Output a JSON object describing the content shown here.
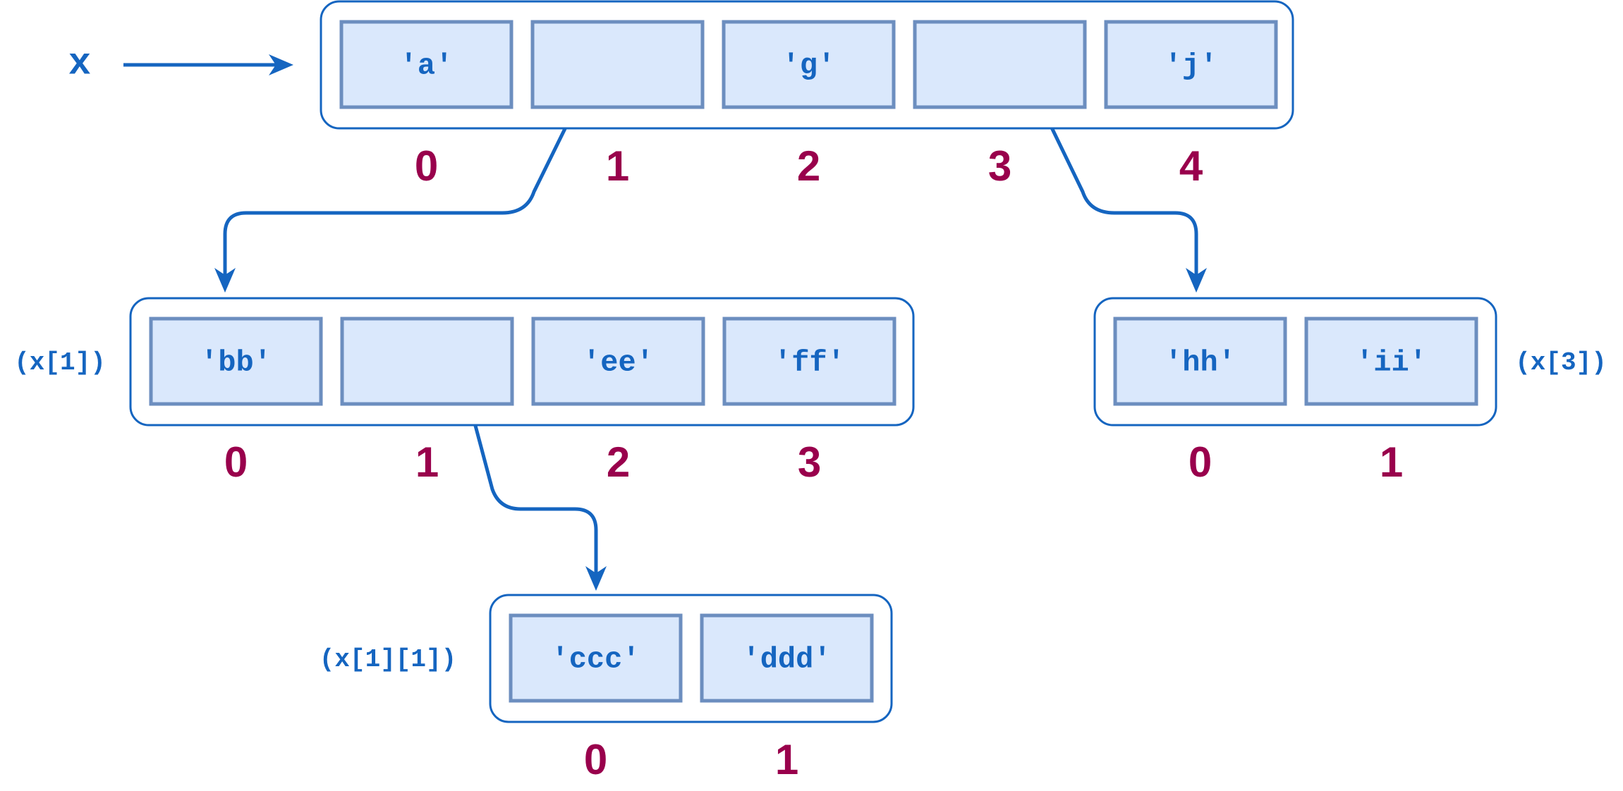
{
  "colors": {
    "accent": "#1565c0",
    "cell_fill": "#dae8fc",
    "cell_border": "#6c8ebf",
    "index": "#99004c"
  },
  "variable": "x",
  "lists": [
    {
      "id": "x",
      "label": "",
      "cells": [
        "'a'",
        "",
        "'g'",
        "",
        "'j'"
      ],
      "indices": [
        "0",
        "1",
        "2",
        "3",
        "4"
      ]
    },
    {
      "id": "x1",
      "label": "(x[1])",
      "cells": [
        "'bb'",
        "",
        "'ee'",
        "'ff'"
      ],
      "indices": [
        "0",
        "1",
        "2",
        "3"
      ]
    },
    {
      "id": "x3",
      "label": "(x[3])",
      "cells": [
        "'hh'",
        "'ii'"
      ],
      "indices": [
        "0",
        "1"
      ]
    },
    {
      "id": "x11",
      "label": "(x[1][1])",
      "cells": [
        "'ccc'",
        "'ddd'"
      ],
      "indices": [
        "0",
        "1"
      ]
    }
  ]
}
